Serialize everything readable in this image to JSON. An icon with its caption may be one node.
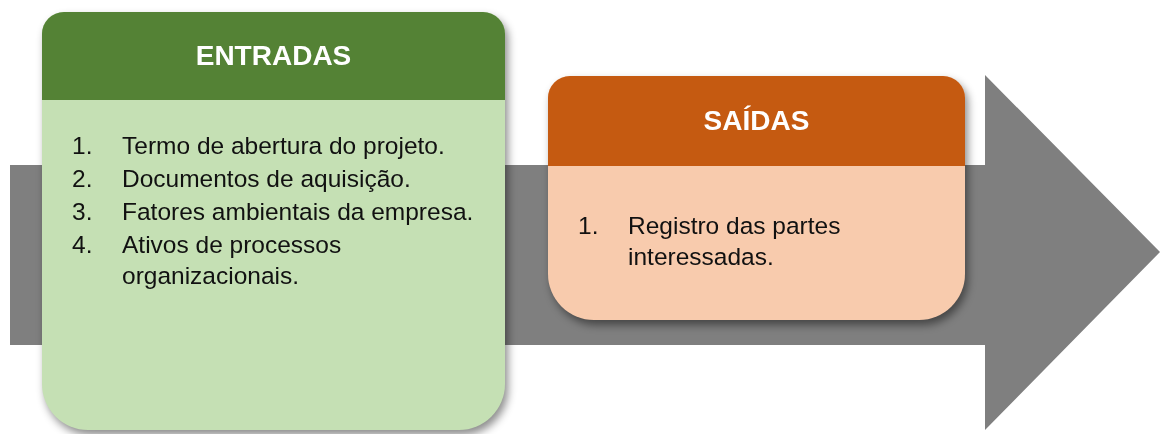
{
  "diagram": {
    "nodes": [
      {
        "text": [
          "ENTRADAS",
          "1. Termo de abertura do projeto.",
          "2. Documentos de aquisição.",
          "3. Fatores ambientais da empresa.",
          "4. Ativos de processos organizacionais."
        ]
      },
      {
        "text": [
          "SAÍDAS",
          "1. Registro das partes interessadas."
        ]
      }
    ]
  }
}
